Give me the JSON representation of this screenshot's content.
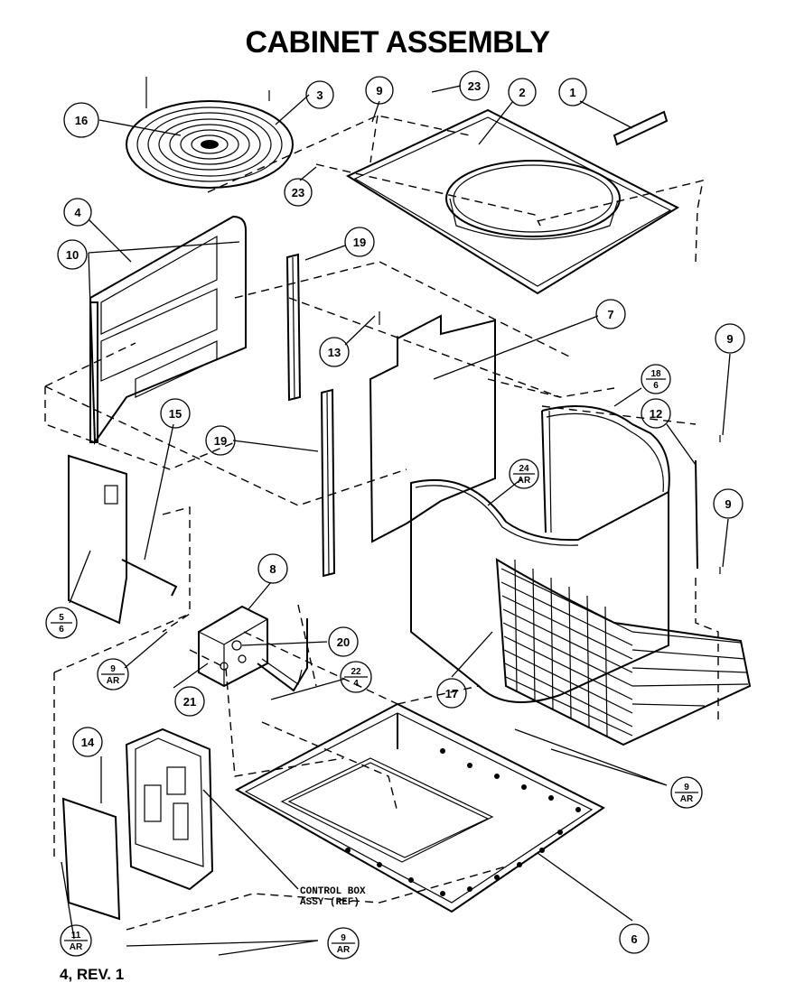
{
  "title": "CABINET ASSEMBLY",
  "footer": "4, REV. 1",
  "control_box_label": {
    "line1": "CONTROL BOX",
    "line2": "ASSY (REF)"
  },
  "callouts": {
    "c1": "1",
    "c2": "2",
    "c3": "3",
    "c4": "4",
    "c6": "6",
    "c7": "7",
    "c8": "8",
    "c9a": "9",
    "c9b": "9",
    "c9c": "9",
    "c10": "10",
    "c12": "12",
    "c13": "13",
    "c14": "14",
    "c15": "15",
    "c16": "16",
    "c17": "17",
    "c19a": "19",
    "c19b": "19",
    "c20": "20",
    "c21": "21",
    "c23a": "23",
    "c23b": "23"
  },
  "fraction_callouts": {
    "f18_6": {
      "top": "18",
      "bottom": "6"
    },
    "f24_ar": {
      "top": "24",
      "bottom": "AR"
    },
    "f5_6": {
      "top": "5",
      "bottom": "6"
    },
    "f9_ar_a": {
      "top": "9",
      "bottom": "AR"
    },
    "f22_4": {
      "top": "22",
      "bottom": "4"
    },
    "f9_ar_b": {
      "top": "9",
      "bottom": "AR"
    },
    "f11_ar": {
      "top": "11",
      "bottom": "AR"
    },
    "f9_ar_c": {
      "top": "9",
      "bottom": "AR"
    }
  }
}
